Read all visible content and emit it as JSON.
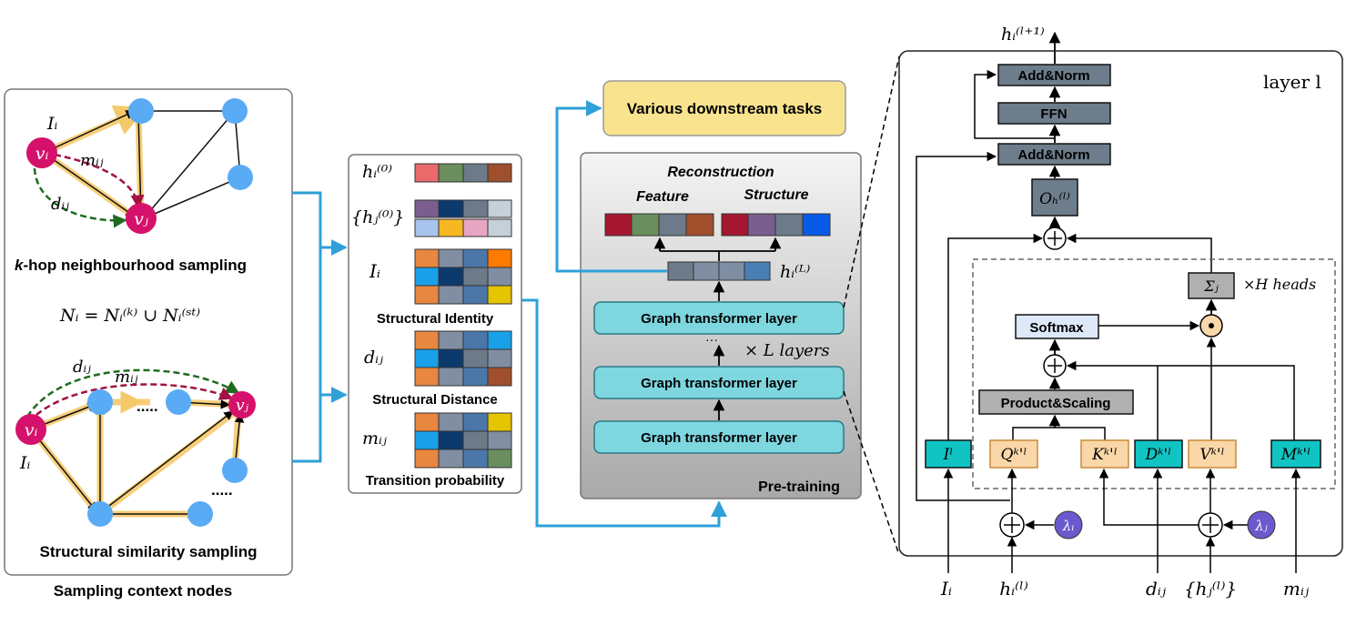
{
  "left_panel": {
    "k_hop_label": "-hop neighbourhood sampling",
    "k_letter": "k",
    "sim_label": "Structural similarity sampling",
    "footer": "Sampling context nodes",
    "formula": "Nᵢ = Nᵢ⁽ᵏ⁾ ∪ Nᵢ⁽ˢᵗ⁾",
    "node_vi": "vᵢ",
    "node_vj": "vⱼ",
    "I_i": "Iᵢ",
    "m_ij": "mᵢⱼ",
    "d_ij": "dᵢⱼ",
    "dots": "....."
  },
  "middle_panel": {
    "h_i0": "hᵢ⁽⁰⁾",
    "h_j0": "{hⱼ⁽⁰⁾}",
    "I_i": "Iᵢ",
    "structural_identity": "Structural Identity",
    "d_ij": "dᵢⱼ",
    "structural_distance": "Structural Distance",
    "m_ij": "mᵢⱼ",
    "transition_probability": "Transition probability"
  },
  "pretraining": {
    "downstream": "Various downstream tasks",
    "reconstruction": "Reconstruction",
    "feature": "Feature",
    "structure": "Structure",
    "h_iL": "hᵢ⁽ᴸ⁾",
    "gt_layer": "Graph transformer layer",
    "x_layers": "× L  layers",
    "ellipsis": "···",
    "label": "Pre-training"
  },
  "layer_panel": {
    "h_next": "hᵢ⁽ˡ⁺¹⁾",
    "layer_l": "layer l",
    "add_norm": "Add&Norm",
    "ffn": "FFN",
    "O_h": "Oₕ⁽ˡ⁾",
    "sigma": "Σⱼ",
    "heads": "×H  heads",
    "softmax": "Softmax",
    "product_scaling": "Product&Scaling",
    "I_l": "Iˡ",
    "Q": "Qᵏ'ˡ",
    "K": "Kᵏ'ˡ",
    "D": "Dᵏ'ˡ",
    "V": "Vᵏ'ˡ",
    "M": "Mᵏ'ˡ",
    "lambda_i": "λᵢ",
    "lambda_j": "λⱼ",
    "in_I": "Iᵢ",
    "in_h": "hᵢ⁽ˡ⁾",
    "in_d": "dᵢⱼ",
    "in_hj": "{hⱼ⁽ˡ⁾}",
    "in_m": "mᵢⱼ"
  },
  "colors": {
    "node_blue": "#5aabf5",
    "node_magenta": "#d6116b",
    "flow_blue": "#2fa0d8",
    "dark_box": "#6d7d8b",
    "cyan_box": "#7ed6df",
    "yellow_box": "#f9e38f",
    "orange_box": "#fad7a8",
    "teal_box": "#11c4c4",
    "lambda": "#6a5acd"
  }
}
